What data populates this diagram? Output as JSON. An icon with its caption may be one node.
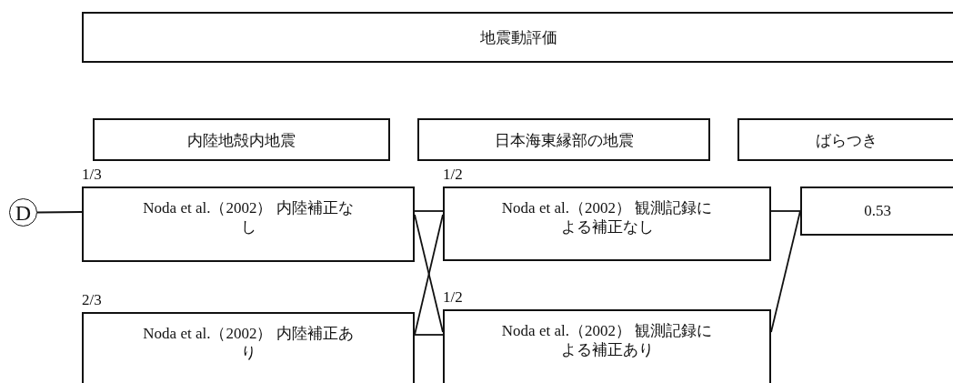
{
  "diagram": {
    "nodes": [
      {
        "text": [
          "地震動評価"
        ]
      },
      {
        "text": [
          "内陸地殻内地震"
        ]
      },
      {
        "text": [
          "日本海東縁部の地震"
        ]
      },
      {
        "text": [
          "ばらつき"
        ]
      },
      {
        "text": [
          "D"
        ]
      },
      {
        "text": [
          "Noda et al.（2002） 内陸補正なし"
        ],
        "beside": [
          "1/3"
        ]
      },
      {
        "text": [
          "Noda et al.（2002） 観測記録による補正なし"
        ],
        "beside": [
          "1/2"
        ]
      },
      {
        "text": [
          "0.53"
        ]
      },
      {
        "text": [
          "Noda et al.（2002） 内陸補正あり"
        ],
        "beside": [
          "2/3"
        ]
      },
      {
        "text": [
          "Noda et al.（2002） 観測記録による補正あり"
        ],
        "beside": [
          "1/2"
        ]
      }
    ],
    "edges": [
      {
        "from": 4,
        "to": 5,
        "arrow": "none"
      },
      {
        "from": 5,
        "to": 6,
        "arrow": "none"
      },
      {
        "from": 5,
        "to": 9,
        "arrow": "none"
      },
      {
        "from": 8,
        "to": 6,
        "arrow": "none"
      },
      {
        "from": 8,
        "to": 9,
        "arrow": "none"
      },
      {
        "from": 6,
        "to": 7,
        "arrow": "none"
      },
      {
        "from": 9,
        "to": 7,
        "arrow": "none"
      }
    ]
  }
}
